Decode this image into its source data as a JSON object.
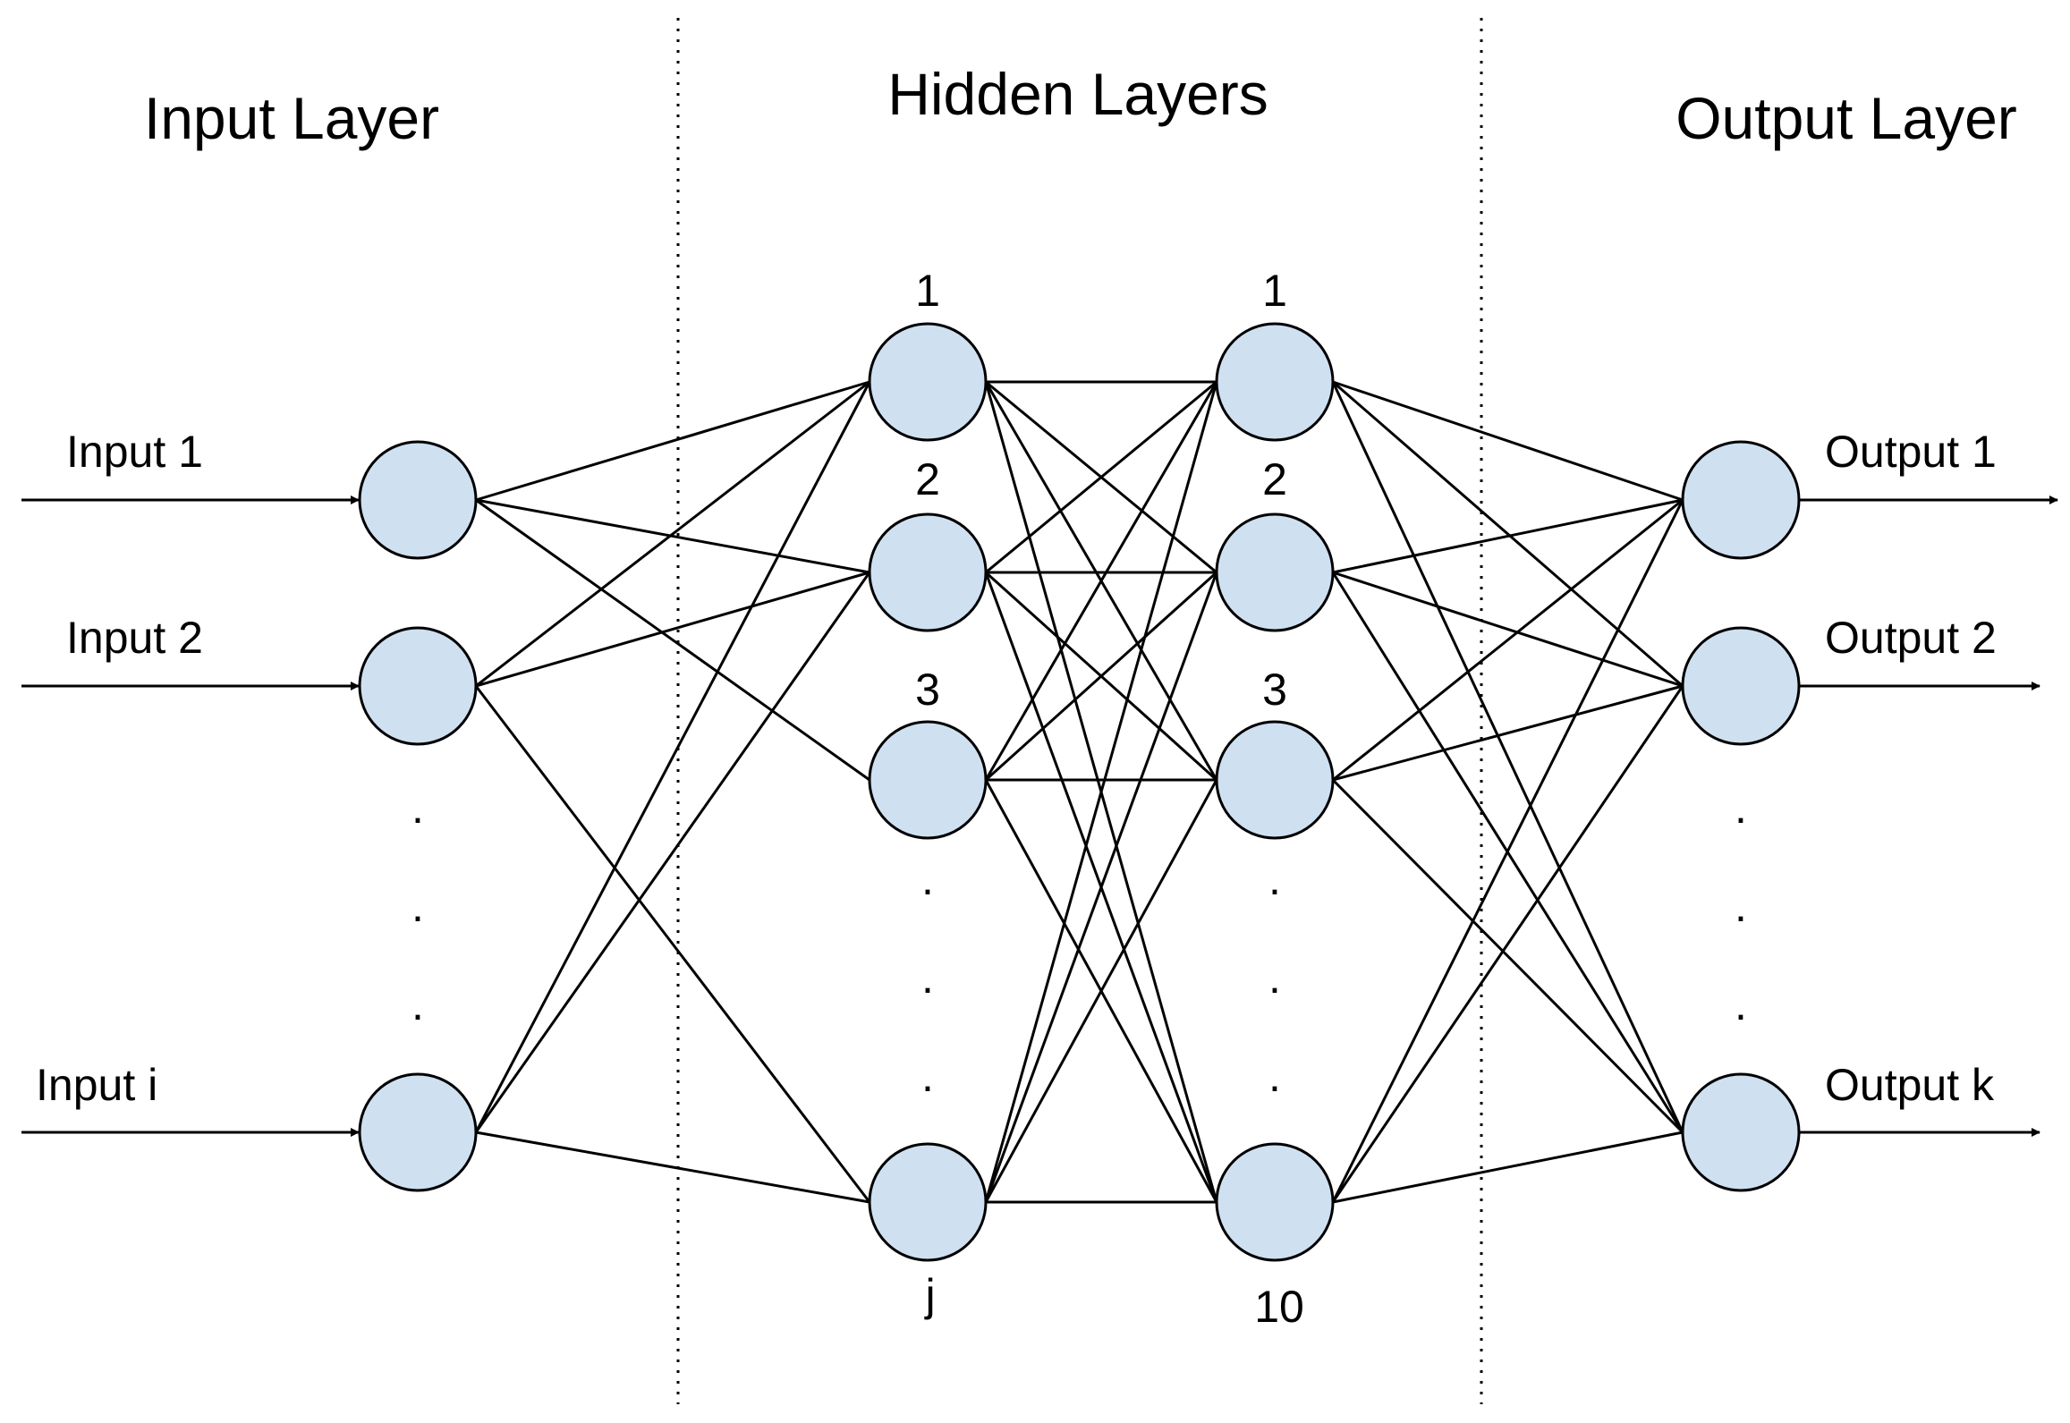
{
  "headings": {
    "input": "Input Layer",
    "hidden": "Hidden Layers",
    "output": "Output Layer"
  },
  "inputs": {
    "label_1": "Input 1",
    "label_2": "Input 2",
    "label_i": "Input i"
  },
  "outputs": {
    "label_1": "Output 1",
    "label_2": "Output 2",
    "label_k": "Output k"
  },
  "hidden1": {
    "label_1": "1",
    "label_2": "2",
    "label_3": "3",
    "label_last": "j"
  },
  "hidden2": {
    "label_1": "1",
    "label_2": "2",
    "label_3": "3",
    "label_last": "10"
  },
  "ellipsis_dot": ".",
  "colors": {
    "node_fill": "#cfe0f1",
    "stroke": "#000000",
    "background": "#ffffff"
  }
}
